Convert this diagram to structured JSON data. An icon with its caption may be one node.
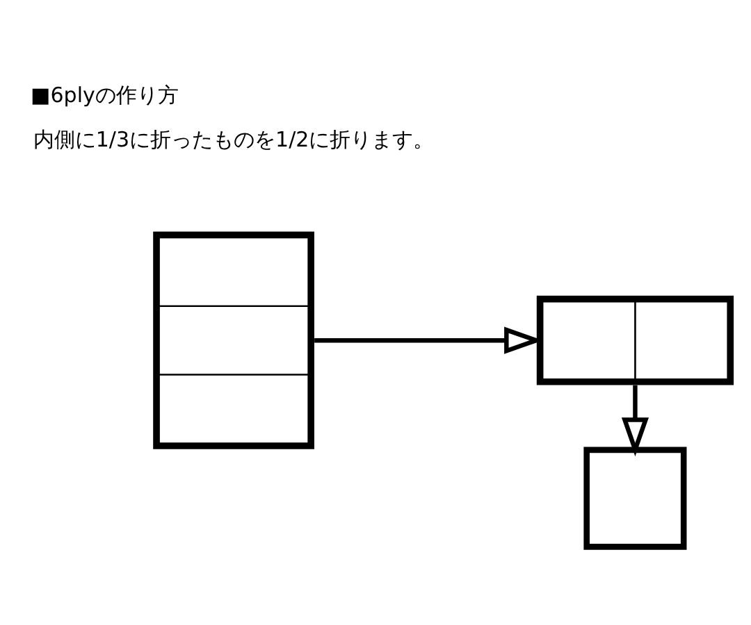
{
  "diagram": {
    "title": "■6plyの作り方",
    "nodes": [
      {
        "text": [],
        "shape": "box"
      },
      {
        "text": [],
        "shape": "box"
      },
      {
        "text": [],
        "shape": "box"
      }
    ],
    "edges": [
      {
        "from": 0,
        "to": 1,
        "arrow": "to"
      },
      {
        "from": 1,
        "to": 2,
        "arrow": "to"
      }
    ],
    "labels": [
      "内側に1/3に折ったものを1/2に折ります。"
    ]
  }
}
